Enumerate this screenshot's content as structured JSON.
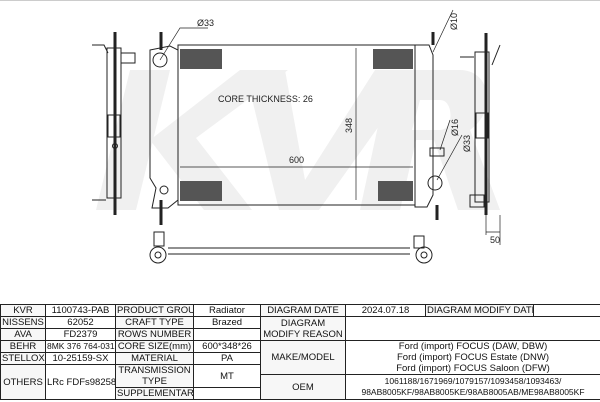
{
  "watermark": "KVR",
  "drawing": {
    "core_thickness": "CORE THICKNESS: 26",
    "width_dim": "600",
    "height_dim": "348",
    "inlet_dia": "Ø33",
    "vent_dia": "Ø10",
    "small_pipe_dia": "Ø16",
    "outlet_dia": "Ø33",
    "offset_dim": "50"
  },
  "table": {
    "kvr": {
      "label": "KVR",
      "value": "1100743-PAB"
    },
    "nissens": {
      "label": "NISSENS",
      "value": "62052"
    },
    "ava": {
      "label": "AVA",
      "value": "FD2379"
    },
    "behr": {
      "label": "BEHR",
      "value": "8MK 376 764-031"
    },
    "stellox": {
      "label": "STELLOX",
      "value": "10-25159-SX"
    },
    "others": {
      "label": "OTHERS",
      "value": "LRc FDFs98258"
    },
    "product_group": {
      "label": "PRODUCT GROUP",
      "value": "Radiator"
    },
    "craft_type": {
      "label": "CRAFT TYPE",
      "value": "Brazed"
    },
    "rows_number": {
      "label": "ROWS NUMBER",
      "value": ""
    },
    "core_size": {
      "label": "CORE SIZE(mm)",
      "value": "600*348*26"
    },
    "material": {
      "label": "MATERIAL",
      "value": "PA"
    },
    "transmission": {
      "label": "TRANSMISSION TYPE",
      "value": "MT"
    },
    "supplementary": {
      "label": "SUPPLEMENTARY",
      "value": ""
    },
    "diagram_date": {
      "label": "DIAGRAM DATE",
      "value": "2024.07.18"
    },
    "diagram_modify_date": {
      "label": "DIAGRAM MODIFY DATE",
      "value": ""
    },
    "diagram_modify_reason": {
      "label": "DIAGRAM MODIFY REASON",
      "value": ""
    },
    "make_model": {
      "label": "MAKE/MODEL",
      "lines": [
        "Ford (import) FOCUS (DAW, DBW)",
        "Ford (import) FOCUS Estate (DNW)",
        "Ford (import) FOCUS Saloon (DFW)"
      ]
    },
    "oem": {
      "label": "OEM",
      "lines": [
        "1061188/1671969/1079157/1093458/1093463/",
        "98AB8005KF/98AB8005KE/98AB8005AB/ME98AB8005KF"
      ]
    }
  }
}
